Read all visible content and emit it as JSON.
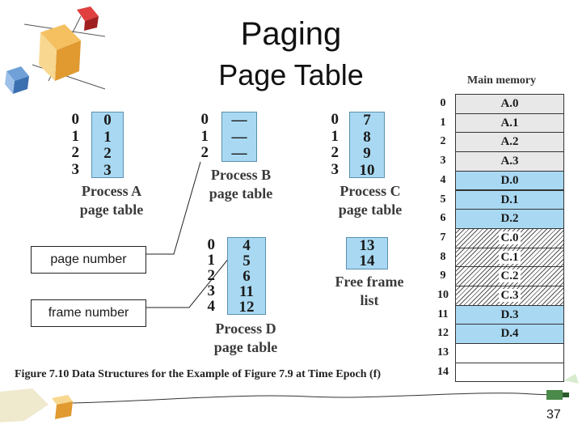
{
  "title": "Paging",
  "subtitle": "Page Table",
  "process_a": {
    "indices": [
      "0",
      "1",
      "2",
      "3"
    ],
    "frames": [
      "0",
      "1",
      "2",
      "3"
    ],
    "caption1": "Process A",
    "caption2": "page table"
  },
  "process_b": {
    "indices": [
      "0",
      "1",
      "2"
    ],
    "frames": [
      "—",
      "—",
      "—"
    ],
    "caption1": "Process B",
    "caption2": "page table"
  },
  "process_c": {
    "indices": [
      "0",
      "1",
      "2",
      "3"
    ],
    "frames": [
      "7",
      "8",
      "9",
      "10"
    ],
    "caption1": "Process C",
    "caption2": "page table"
  },
  "process_d": {
    "indices": [
      "0",
      "1",
      "2",
      "3",
      "4"
    ],
    "frames": [
      "4",
      "5",
      "6",
      "11",
      "12"
    ],
    "caption1": "Process D",
    "caption2": "page table"
  },
  "free_frame": {
    "frames": [
      "13",
      "14"
    ],
    "caption1": "Free frame",
    "caption2": "list"
  },
  "main_memory": {
    "title": "Main memory",
    "frames": [
      {
        "index": "0",
        "label": "A.0",
        "style": "gray"
      },
      {
        "index": "1",
        "label": "A.1",
        "style": "gray"
      },
      {
        "index": "2",
        "label": "A.2",
        "style": "gray"
      },
      {
        "index": "3",
        "label": "A.3",
        "style": "gray"
      },
      {
        "index": "4",
        "label": "D.0",
        "style": "blue"
      },
      {
        "index": "5",
        "label": "D.1",
        "style": "blue"
      },
      {
        "index": "6",
        "label": "D.2",
        "style": "blue"
      },
      {
        "index": "7",
        "label": "C.0",
        "style": "hatch"
      },
      {
        "index": "8",
        "label": "C.1",
        "style": "hatch"
      },
      {
        "index": "9",
        "label": "C.2",
        "style": "hatch"
      },
      {
        "index": "10",
        "label": "C.3",
        "style": "hatch"
      },
      {
        "index": "11",
        "label": "D.3",
        "style": "blue"
      },
      {
        "index": "12",
        "label": "D.4",
        "style": "blue"
      },
      {
        "index": "13",
        "label": "",
        "style": "white"
      },
      {
        "index": "14",
        "label": "",
        "style": "white"
      }
    ]
  },
  "labels": {
    "page_number": "page number",
    "frame_number": "frame number"
  },
  "figure_caption": "Figure 7.10  Data Structures for the Example of Figure 7.9 at Time Epoch (f)",
  "page_number": "37",
  "colors": {
    "table_fill": "#a9d9f2",
    "memory_gray": "#e8e8e8",
    "border": "#333333"
  }
}
